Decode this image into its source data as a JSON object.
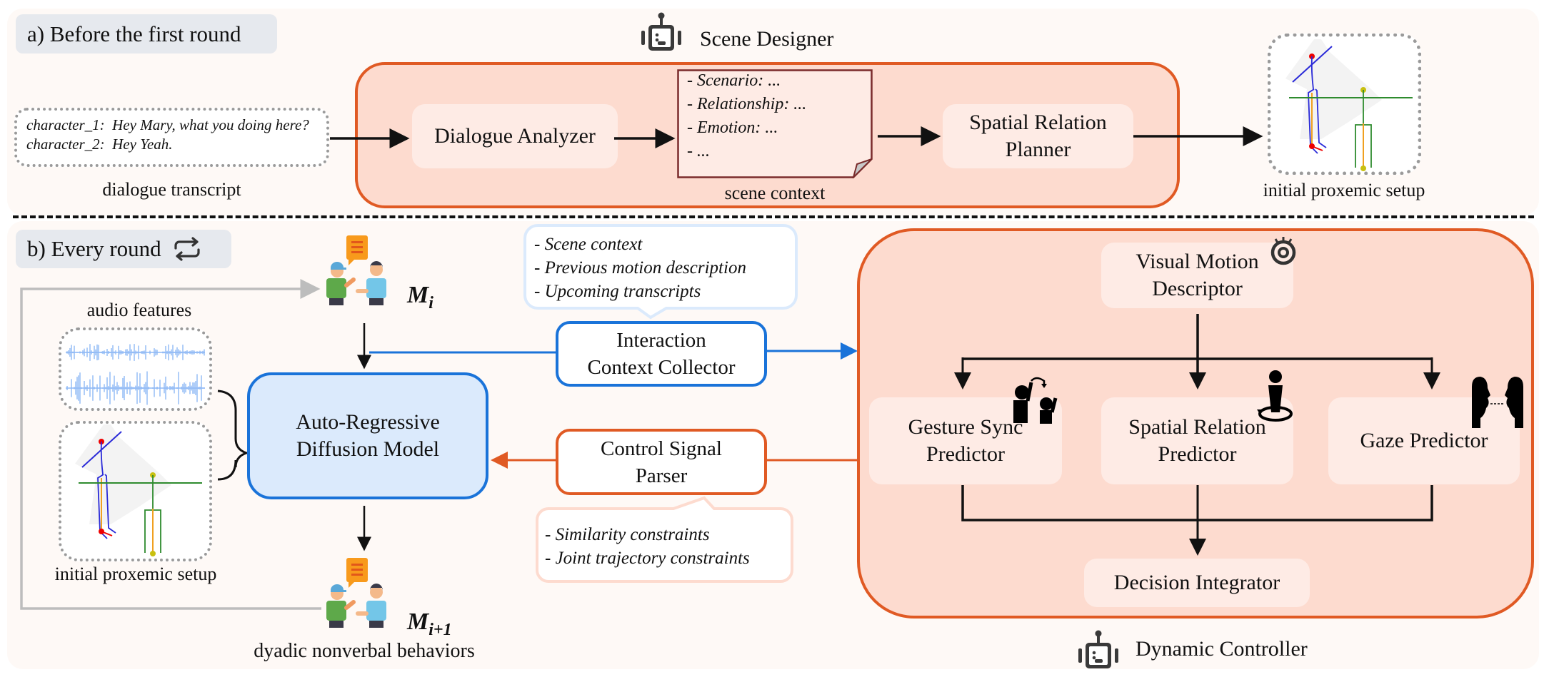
{
  "section_a": {
    "label": "a) Before the first round",
    "agent_name": "Scene Designer",
    "transcript": {
      "lines": [
        {
          "speaker": "character_1:",
          "text": "Hey Mary, what you doing here?"
        },
        {
          "speaker": "character_2:",
          "text": "Hey Yeah."
        }
      ],
      "caption": "dialogue transcript"
    },
    "dialogue_analyzer": "Dialogue Analyzer",
    "scene_context": {
      "items": [
        "- Scenario: ...",
        "- Relationship: ...",
        "- Emotion: ...",
        "- ..."
      ],
      "caption": "scene context"
    },
    "spatial_planner": [
      "Spatial Relation",
      "Planner"
    ],
    "proxemic_caption": "initial proxemic setup"
  },
  "section_b": {
    "label": "b) Every round",
    "state_in": {
      "symbol": "M",
      "subscript": "i"
    },
    "state_out": {
      "symbol": "M",
      "subscript": "i+1"
    },
    "state_out_caption": "dyadic nonverbal behaviors",
    "audio_caption": "audio features",
    "proxemic_caption": "initial proxemic setup",
    "diffusion_model": [
      "Auto-Regressive",
      "Diffusion Model"
    ],
    "context_bubble": [
      "- Scene context",
      "- Previous motion description",
      "- Upcoming transcripts"
    ],
    "context_collector": [
      "Interaction",
      "Context Collector"
    ],
    "control_parser": [
      "Control Signal",
      "Parser"
    ],
    "constraint_bubble": [
      "- Similarity constraints",
      "- Joint trajectory constraints"
    ],
    "controller": {
      "name": "Dynamic Controller",
      "visual_descriptor": [
        "Visual Motion",
        "Descriptor"
      ],
      "gesture_predictor": [
        "Gesture Sync",
        "Predictor"
      ],
      "spatial_predictor": [
        "Spatial Relation",
        "Predictor"
      ],
      "gaze_predictor": "Gaze Predictor",
      "decision_integrator": "Decision Integrator"
    }
  },
  "colors": {
    "orange_accent": "#e05a24",
    "orange_fill": "#fddbcf",
    "inner_fill": "#feebe5",
    "blue_accent": "#1a73d9",
    "blue_fill": "#dbeafc",
    "gray_loop": "#bdbdbd"
  }
}
